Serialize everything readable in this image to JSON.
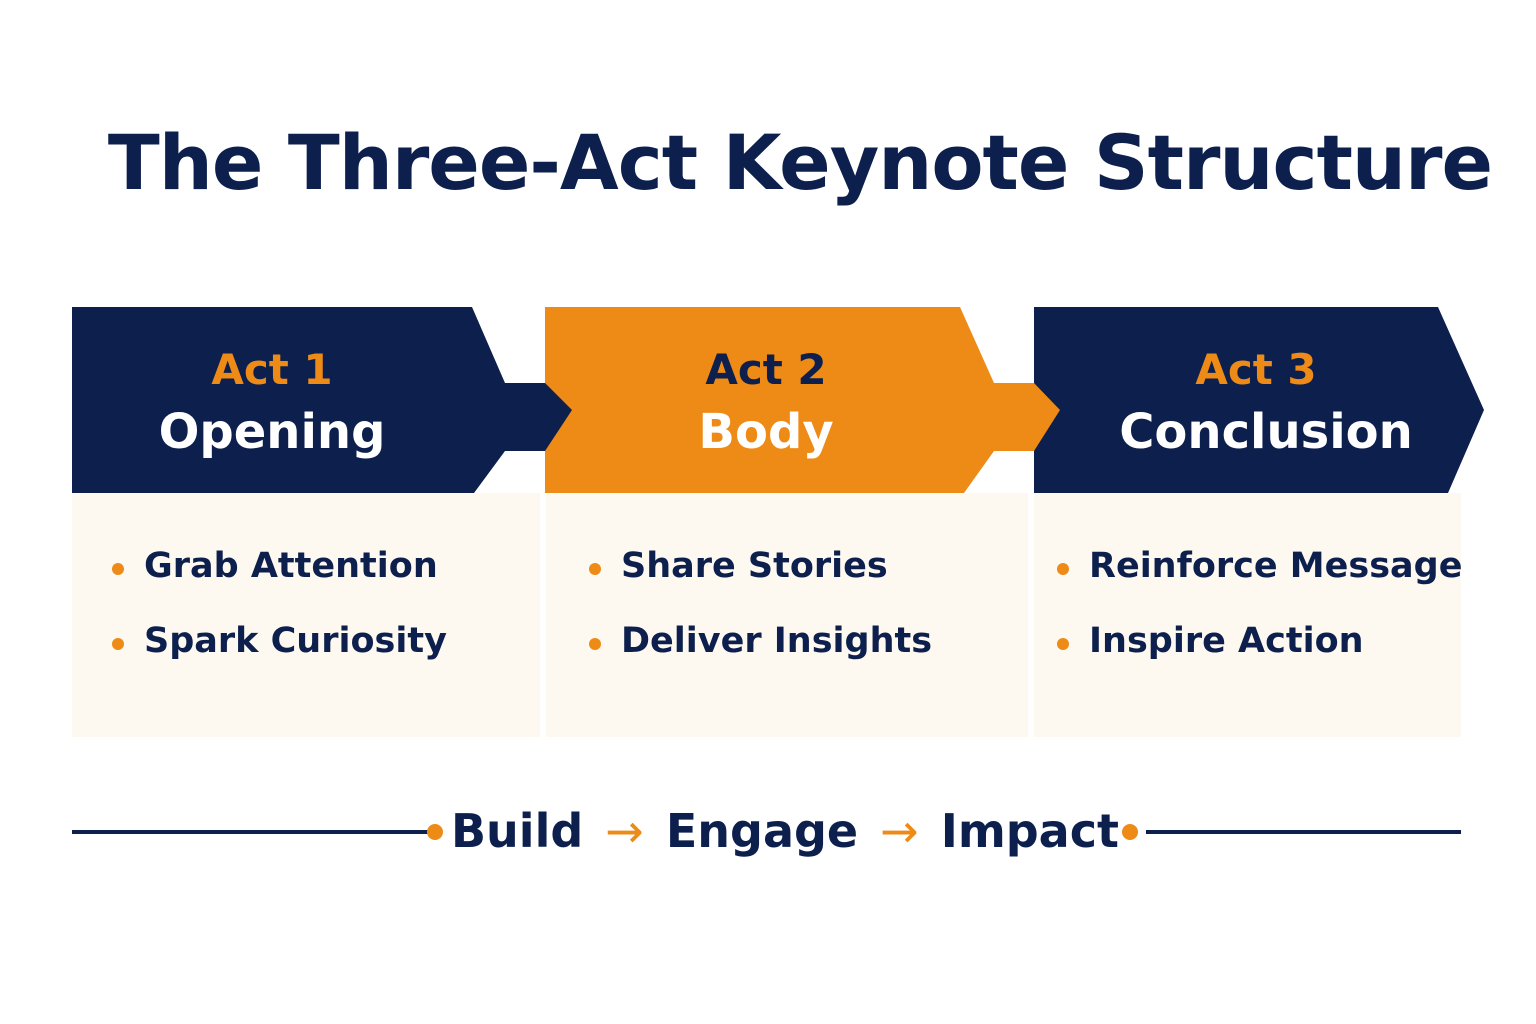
{
  "title": "The Three-Act Keynote Structure",
  "colors": {
    "navy": "#0c1f4d",
    "orange": "#ee8a16",
    "panel": "#fdf8f0",
    "white": "#ffffff"
  },
  "acts": [
    {
      "label": "Act 1",
      "name": "Opening",
      "bullets": [
        "Grab Attention",
        "Spark Curiosity"
      ]
    },
    {
      "label": "Act 2",
      "name": "Body",
      "bullets": [
        "Share Stories",
        "Deliver Insights"
      ]
    },
    {
      "label": "Act 3",
      "name": "Conclusion",
      "bullets": [
        "Reinforce Message",
        "Inspire Action"
      ]
    }
  ],
  "flow": {
    "step1": "Build",
    "arrow": "→",
    "step2": "Engage",
    "step3": "Impact"
  }
}
